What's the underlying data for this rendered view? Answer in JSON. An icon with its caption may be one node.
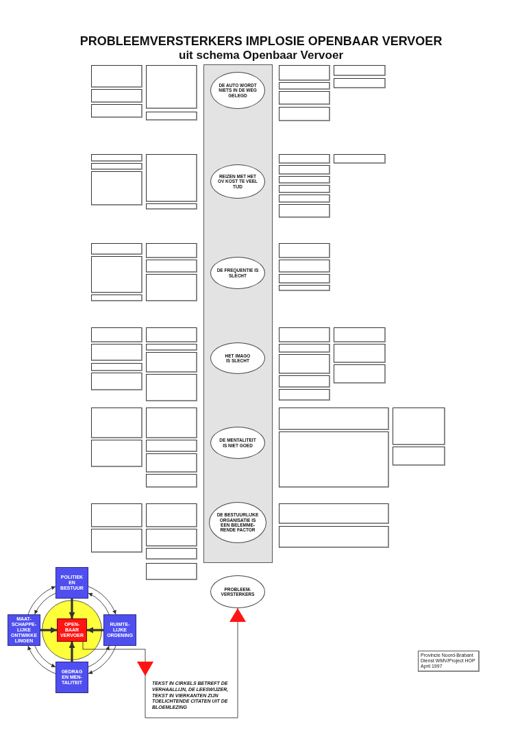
{
  "diagram": {
    "title": "PROBLEEMVERSTERKERS IMPLOSIE OPENBAAR VERVOER",
    "nodes": [
      {
        "text": [],
        "shape": "band"
      },
      {
        "text": [
          "DE AUTO WORDT NIETS IN DE WEG GELEGD"
        ],
        "in": 0
      },
      {
        "text": [
          "REIZEN MET HET OV KOST TE VEEL TIJD"
        ],
        "in": 0
      },
      {
        "text": [
          "DE FREQUENTIE IS SLECHT"
        ],
        "in": 0
      },
      {
        "text": [
          "HET IMAGO IS SLECHT"
        ],
        "in": 0
      },
      {
        "text": [
          "DE MENTALITEIT IS NIET GOED"
        ],
        "in": 0
      },
      {
        "text": [
          "DE BESTUURLIJKE ORGANISATIE IS EEN BELEMME- RENDE FACTOR"
        ],
        "in": 0
      },
      {
        "text": [
          "PROBLEEM- VERSTERKERS"
        ]
      },
      {
        "text": [],
        "shape": "circle"
      },
      {
        "text": [
          "POLITIEK EN BESTUUR"
        ]
      },
      {
        "text": [
          "MAAT- SCHAPPE- LIJKE ONTWIKKE LINGEN"
        ]
      },
      {
        "text": [
          "OPEN- BAAR VERVOER"
        ],
        "in": 8
      },
      {
        "text": [
          "RUIMTE- LIJKE ORDENING"
        ]
      },
      {
        "text": [
          "GEDRAG EN MEN- TALITEIT"
        ]
      },
      {
        "text": [
          "Provincie Noord-Brabant Dienst WMV/Project HOP April 1997"
        ]
      },
      {
        "text": [],
        "shape": "box"
      },
      {
        "text": [],
        "shape": "box"
      },
      {
        "text": [],
        "shape": "box"
      },
      {
        "text": [],
        "shape": "box"
      },
      {
        "text": [],
        "shape": "box"
      },
      {
        "text": [],
        "shape": "box"
      },
      {
        "text": [],
        "shape": "box"
      },
      {
        "text": [],
        "shape": "box"
      },
      {
        "text": [],
        "shape": "box"
      },
      {
        "text": [],
        "shape": "box"
      },
      {
        "text": [],
        "shape": "box"
      },
      {
        "text": [],
        "shape": "box"
      },
      {
        "text": [],
        "shape": "box"
      },
      {
        "text": [],
        "shape": "box"
      },
      {
        "text": [],
        "shape": "box"
      },
      {
        "text": [],
        "shape": "box"
      },
      {
        "text": [],
        "shape": "box"
      },
      {
        "text": [],
        "shape": "box"
      },
      {
        "text": [],
        "shape": "box"
      },
      {
        "text": [],
        "shape": "box"
      },
      {
        "text": [],
        "shape": "box"
      },
      {
        "text": [],
        "shape": "box"
      },
      {
        "text": [],
        "shape": "box"
      },
      {
        "text": [],
        "shape": "box"
      },
      {
        "text": [],
        "shape": "box"
      },
      {
        "text": [],
        "shape": "box"
      },
      {
        "text": [],
        "shape": "box"
      },
      {
        "text": [],
        "shape": "box"
      },
      {
        "text": [],
        "shape": "box"
      },
      {
        "text": [],
        "shape": "box"
      },
      {
        "text": [],
        "shape": "box"
      },
      {
        "text": [],
        "shape": "box"
      },
      {
        "text": [],
        "shape": "box"
      },
      {
        "text": [],
        "shape": "box"
      },
      {
        "text": [],
        "shape": "box"
      },
      {
        "text": [],
        "shape": "box"
      },
      {
        "text": [],
        "shape": "box"
      },
      {
        "text": [],
        "shape": "box"
      },
      {
        "text": [],
        "shape": "box"
      },
      {
        "text": [],
        "shape": "box"
      },
      {
        "text": [],
        "shape": "box"
      },
      {
        "text": [],
        "shape": "box"
      },
      {
        "text": [],
        "shape": "box"
      },
      {
        "text": [],
        "shape": "box"
      },
      {
        "text": [],
        "shape": "box"
      },
      {
        "text": [],
        "shape": "box"
      },
      {
        "text": [],
        "shape": "box"
      },
      {
        "text": [],
        "shape": "box"
      },
      {
        "text": [],
        "shape": "box"
      },
      {
        "text": [],
        "shape": "box"
      },
      {
        "text": [],
        "shape": "box"
      },
      {
        "text": [],
        "shape": "box"
      },
      {
        "text": [],
        "shape": "box"
      },
      {
        "text": [],
        "shape": "box"
      },
      {
        "text": [],
        "shape": "box"
      },
      {
        "text": [],
        "shape": "box"
      },
      {
        "text": [],
        "shape": "box"
      },
      {
        "text": [],
        "shape": "box"
      },
      {
        "text": [],
        "shape": "box"
      },
      {
        "text": [],
        "shape": "box"
      },
      {
        "text": [],
        "shape": "box"
      },
      {
        "text": [],
        "shape": "box"
      },
      {
        "text": [],
        "shape": "box"
      },
      {
        "text": [],
        "shape": "box"
      },
      {
        "text": [],
        "shape": "box"
      },
      {
        "text": [],
        "shape": "box"
      },
      {
        "text": [],
        "shape": "box"
      }
    ],
    "edges": [
      {
        "from": 11,
        "to": 7,
        "arrow": "to"
      },
      {
        "from": 9,
        "to": 11,
        "arrow": "to",
        "style": "thick"
      },
      {
        "from": 10,
        "to": 11,
        "arrow": "to",
        "style": "thick"
      },
      {
        "from": 12,
        "to": 11,
        "arrow": "to",
        "style": "thick"
      },
      {
        "from": 13,
        "to": 11,
        "arrow": "to",
        "style": "thick"
      },
      {
        "from": 9,
        "to": 12,
        "arrow": "to"
      },
      {
        "from": 12,
        "to": 9,
        "arrow": "to"
      },
      {
        "from": 12,
        "to": 13,
        "arrow": "to"
      },
      {
        "from": 13,
        "to": 12,
        "arrow": "to"
      },
      {
        "from": 13,
        "to": 10,
        "arrow": "to"
      },
      {
        "from": 10,
        "to": 13,
        "arrow": "to"
      },
      {
        "from": 10,
        "to": 9,
        "arrow": "to"
      },
      {
        "from": 9,
        "to": 10,
        "arrow": "to"
      }
    ],
    "labels": [
      "uit schema Openbaar Vervoer",
      "TEKST IN CIRKELS BETREFT DE VERHAALLIJN, DE LEESWIJZER, TEKST IN VIERKANTEN ZIJN TOELICHTENDE CITATEN UIT DE BLOEMLEZING"
    ]
  }
}
